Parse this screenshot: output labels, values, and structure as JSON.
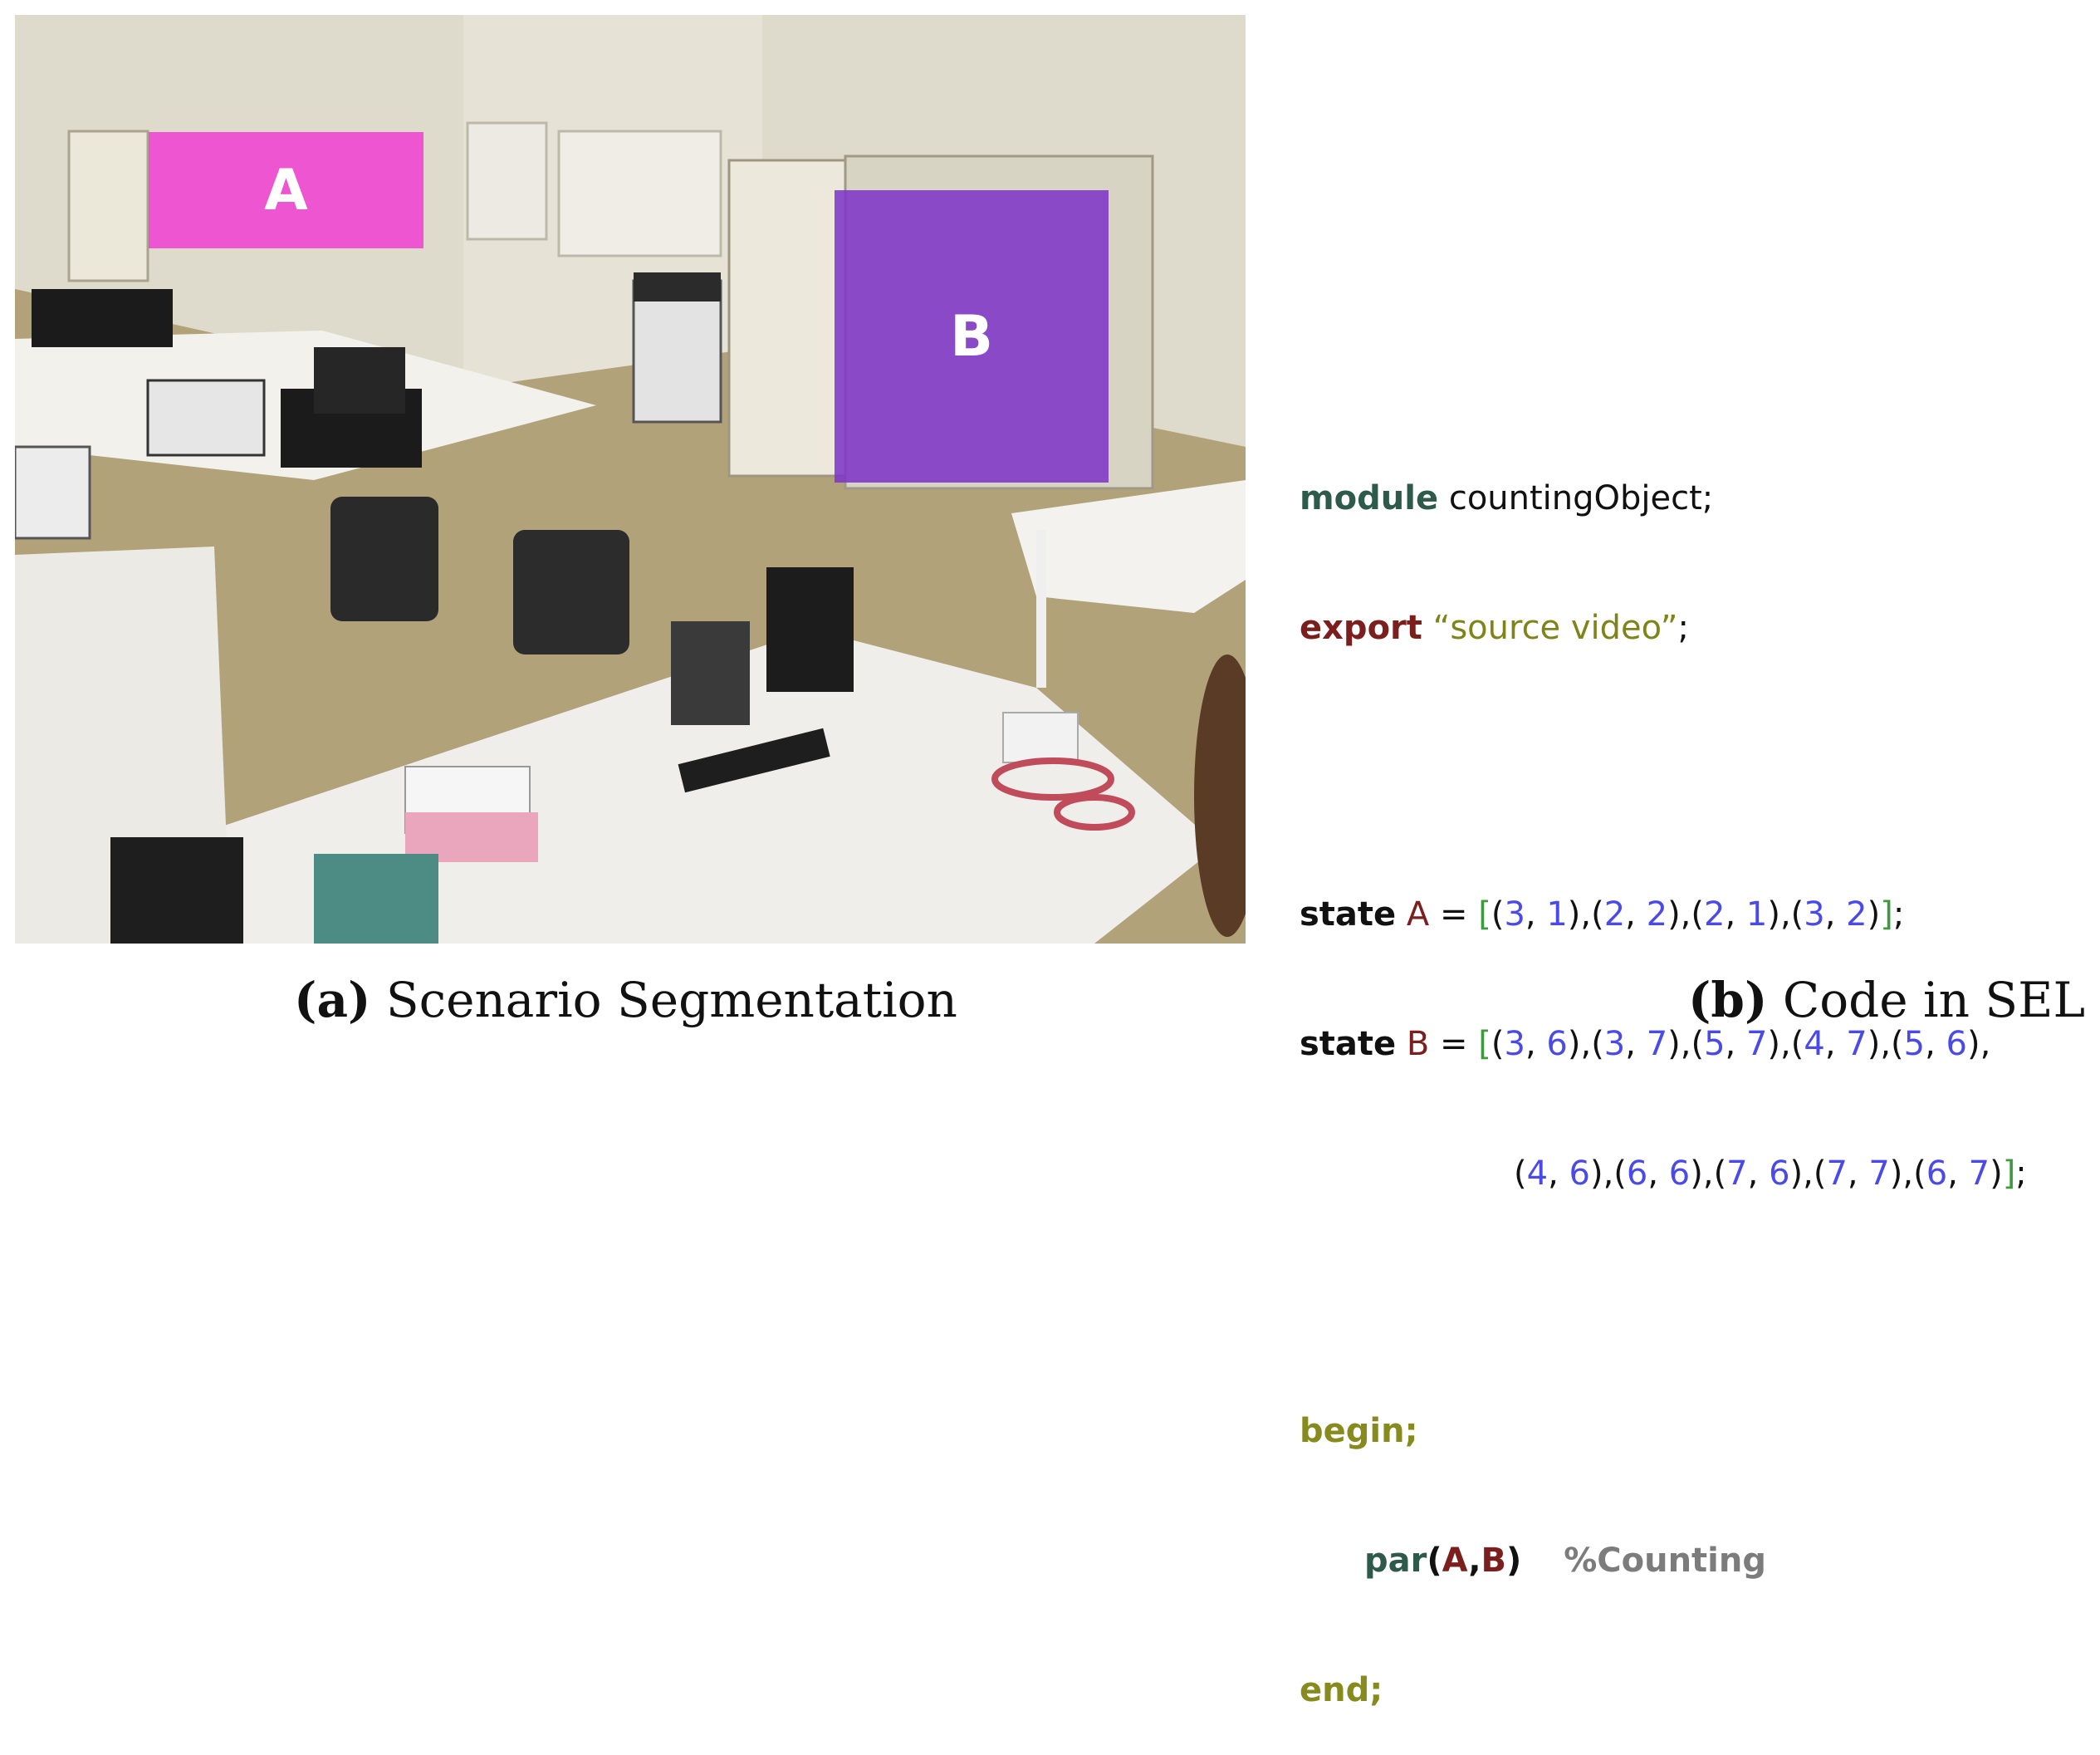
{
  "figure": {
    "panel_a": {
      "regions": [
        {
          "label": "A",
          "color": "#f03cd2"
        },
        {
          "label": "B",
          "color": "#7e37c8"
        }
      ],
      "caption_tag": "(a)",
      "caption_text": "Scenario Segmentation"
    },
    "panel_b": {
      "caption_tag": "(b)",
      "caption_text": "Code in SEL",
      "code": {
        "module_kw": "module",
        "module_name": "countingObject;",
        "export_kw": "export",
        "export_str": "“source video”",
        "export_end": ";",
        "state_kw": "state",
        "state_a_name": "A",
        "state_a_cells": [
          [
            "3",
            "1"
          ],
          [
            "2",
            "2"
          ],
          [
            "2",
            "1"
          ],
          [
            "3",
            "2"
          ]
        ],
        "state_b_name": "B",
        "state_b_cells_line1": [
          [
            "3",
            "6"
          ],
          [
            "3",
            "7"
          ],
          [
            "5",
            "7"
          ],
          [
            "4",
            "7"
          ],
          [
            "5",
            "6"
          ]
        ],
        "state_b_cells_line2": [
          [
            "4",
            "6"
          ],
          [
            "6",
            "6"
          ],
          [
            "7",
            "6"
          ],
          [
            "7",
            "7"
          ],
          [
            "6",
            "7"
          ]
        ],
        "begin_kw": "begin;",
        "par_kw": "par",
        "par_arg_a": "A",
        "par_arg_b": "B",
        "comment": "%Counting",
        "end_kw": "end;"
      }
    }
  }
}
